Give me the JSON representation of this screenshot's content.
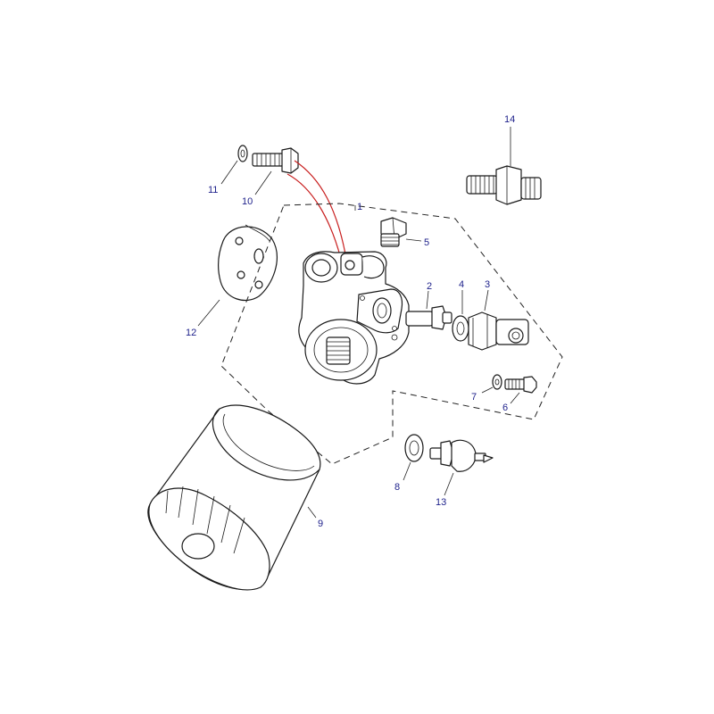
{
  "diagram": {
    "callouts": {
      "p1": "1",
      "p2": "2",
      "p3": "3",
      "p4": "4",
      "p5": "5",
      "p6": "6",
      "p7": "7",
      "p8": "8",
      "p9": "9",
      "p10": "10",
      "p11": "11",
      "p12": "12",
      "p13": "13",
      "p14": "14"
    },
    "colors": {
      "callout_text": "#1c1f8a",
      "line_art": "#1a1a1a",
      "bolt_route": "#c81e1e",
      "background": "#ffffff"
    }
  }
}
